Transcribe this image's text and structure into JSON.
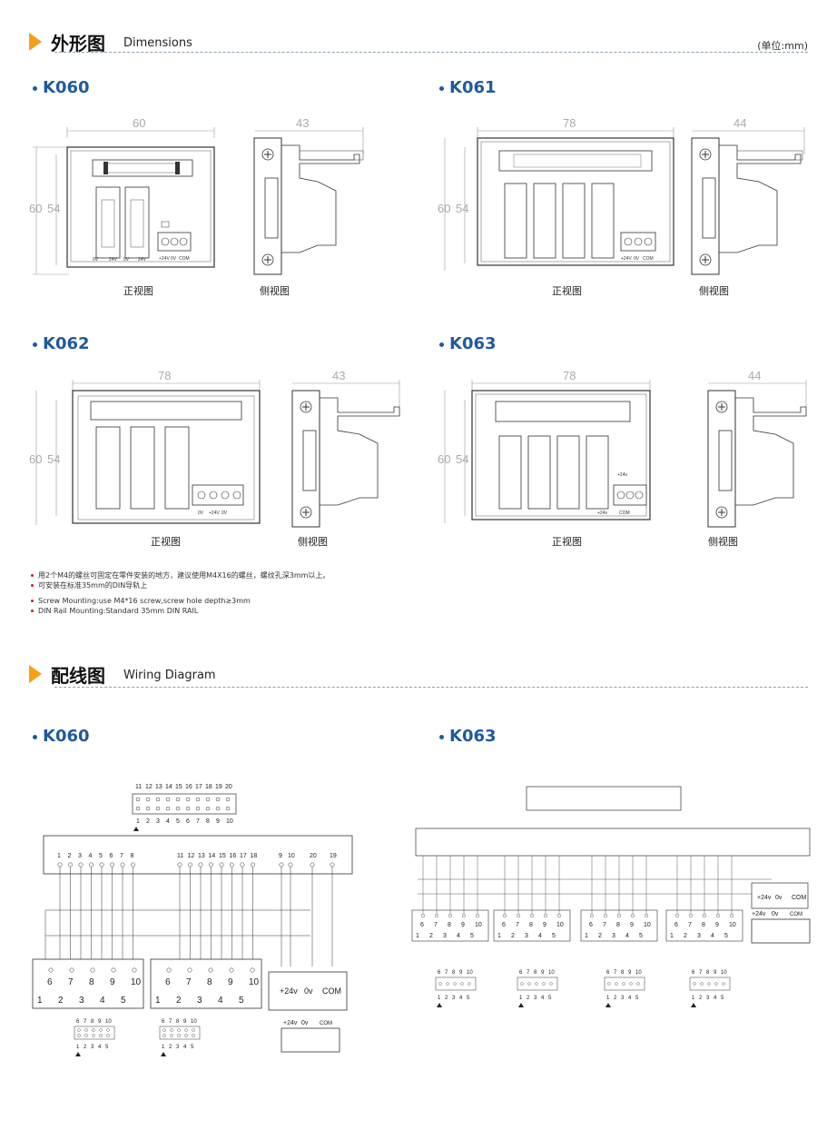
{
  "dimensions_section": {
    "title_cn": "外形图",
    "title_en": "Dimensions",
    "unit": "(单位:mm)"
  },
  "wiring_section": {
    "title_cn": "配线图",
    "title_en": "Wiring Diagram"
  },
  "captions": {
    "front": "正视图",
    "side": "侧视图"
  },
  "models": {
    "k060": {
      "name": "K060",
      "width": "60",
      "height_outer": "60",
      "height_inner": "54",
      "side_depth": "43"
    },
    "k061": {
      "name": "K061",
      "width": "78",
      "height_outer": "60",
      "height_inner": "54",
      "side_depth": "44"
    },
    "k062": {
      "name": "K062",
      "width": "78",
      "height_outer": "60",
      "height_inner": "54",
      "side_depth": "43"
    },
    "k063": {
      "name": "K063",
      "width": "78",
      "height_outer": "60",
      "height_inner": "54",
      "side_depth": "44"
    }
  },
  "wiring_models": {
    "left": "K060",
    "right": "K063"
  },
  "notes": [
    "用2个M4的螺丝可固定在零件安装的地方，建议使用M4X16的螺丝，螺纹孔深3mm以上。",
    "可安装在标准35mm的DIN导轨上",
    "Screw Mounting:use M4*16 screw,screw hole depth≥3mm",
    "DIN Rail Mounting:Standard 35mm DIN RAIL"
  ],
  "terminal_labels": {
    "plus24": "+24V",
    "zero": "0V",
    "com": "COM",
    "plus24_lower": "+24v",
    "zero_lower": "0v"
  },
  "k060_wiring": {
    "connector_top": [
      "11",
      "12",
      "13",
      "14",
      "15",
      "16",
      "17",
      "18",
      "19",
      "20"
    ],
    "connector_bottom": [
      "1",
      "2",
      "3",
      "4",
      "5",
      "6",
      "7",
      "8",
      "9",
      "10"
    ],
    "board_pins_a": [
      "1",
      "2",
      "3",
      "4",
      "5",
      "6",
      "7",
      "8"
    ],
    "board_pins_b": [
      "11",
      "12",
      "13",
      "14",
      "15",
      "16",
      "17",
      "18"
    ],
    "board_pins_c": [
      "9",
      "10",
      "20",
      "19"
    ],
    "block_top": [
      "6",
      "7",
      "8",
      "9",
      "10"
    ],
    "block_bottom": [
      "1",
      "2",
      "3",
      "4",
      "5"
    ]
  }
}
